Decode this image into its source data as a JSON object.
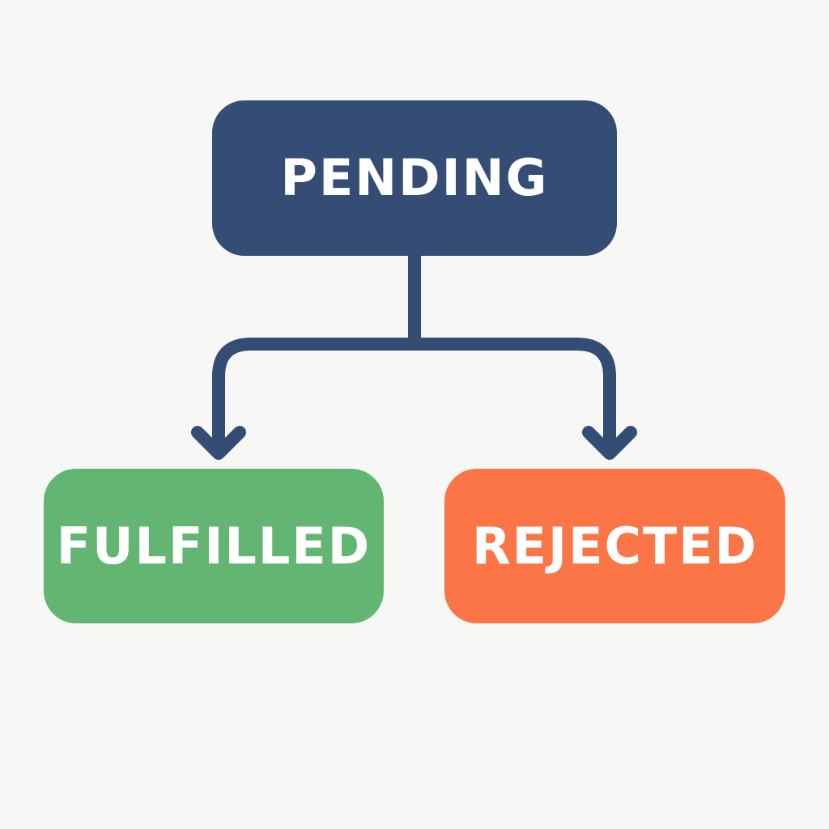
{
  "colors": {
    "background": "#f7f8f5",
    "pending": "#344d74",
    "fulfilled": "#63b672",
    "rejected": "#fb7546",
    "text": "#ffffff",
    "connector": "#344d74"
  },
  "states": {
    "pending": {
      "label": "PENDING"
    },
    "fulfilled": {
      "label": "FULFILLED"
    },
    "rejected": {
      "label": "REJECTED"
    }
  }
}
